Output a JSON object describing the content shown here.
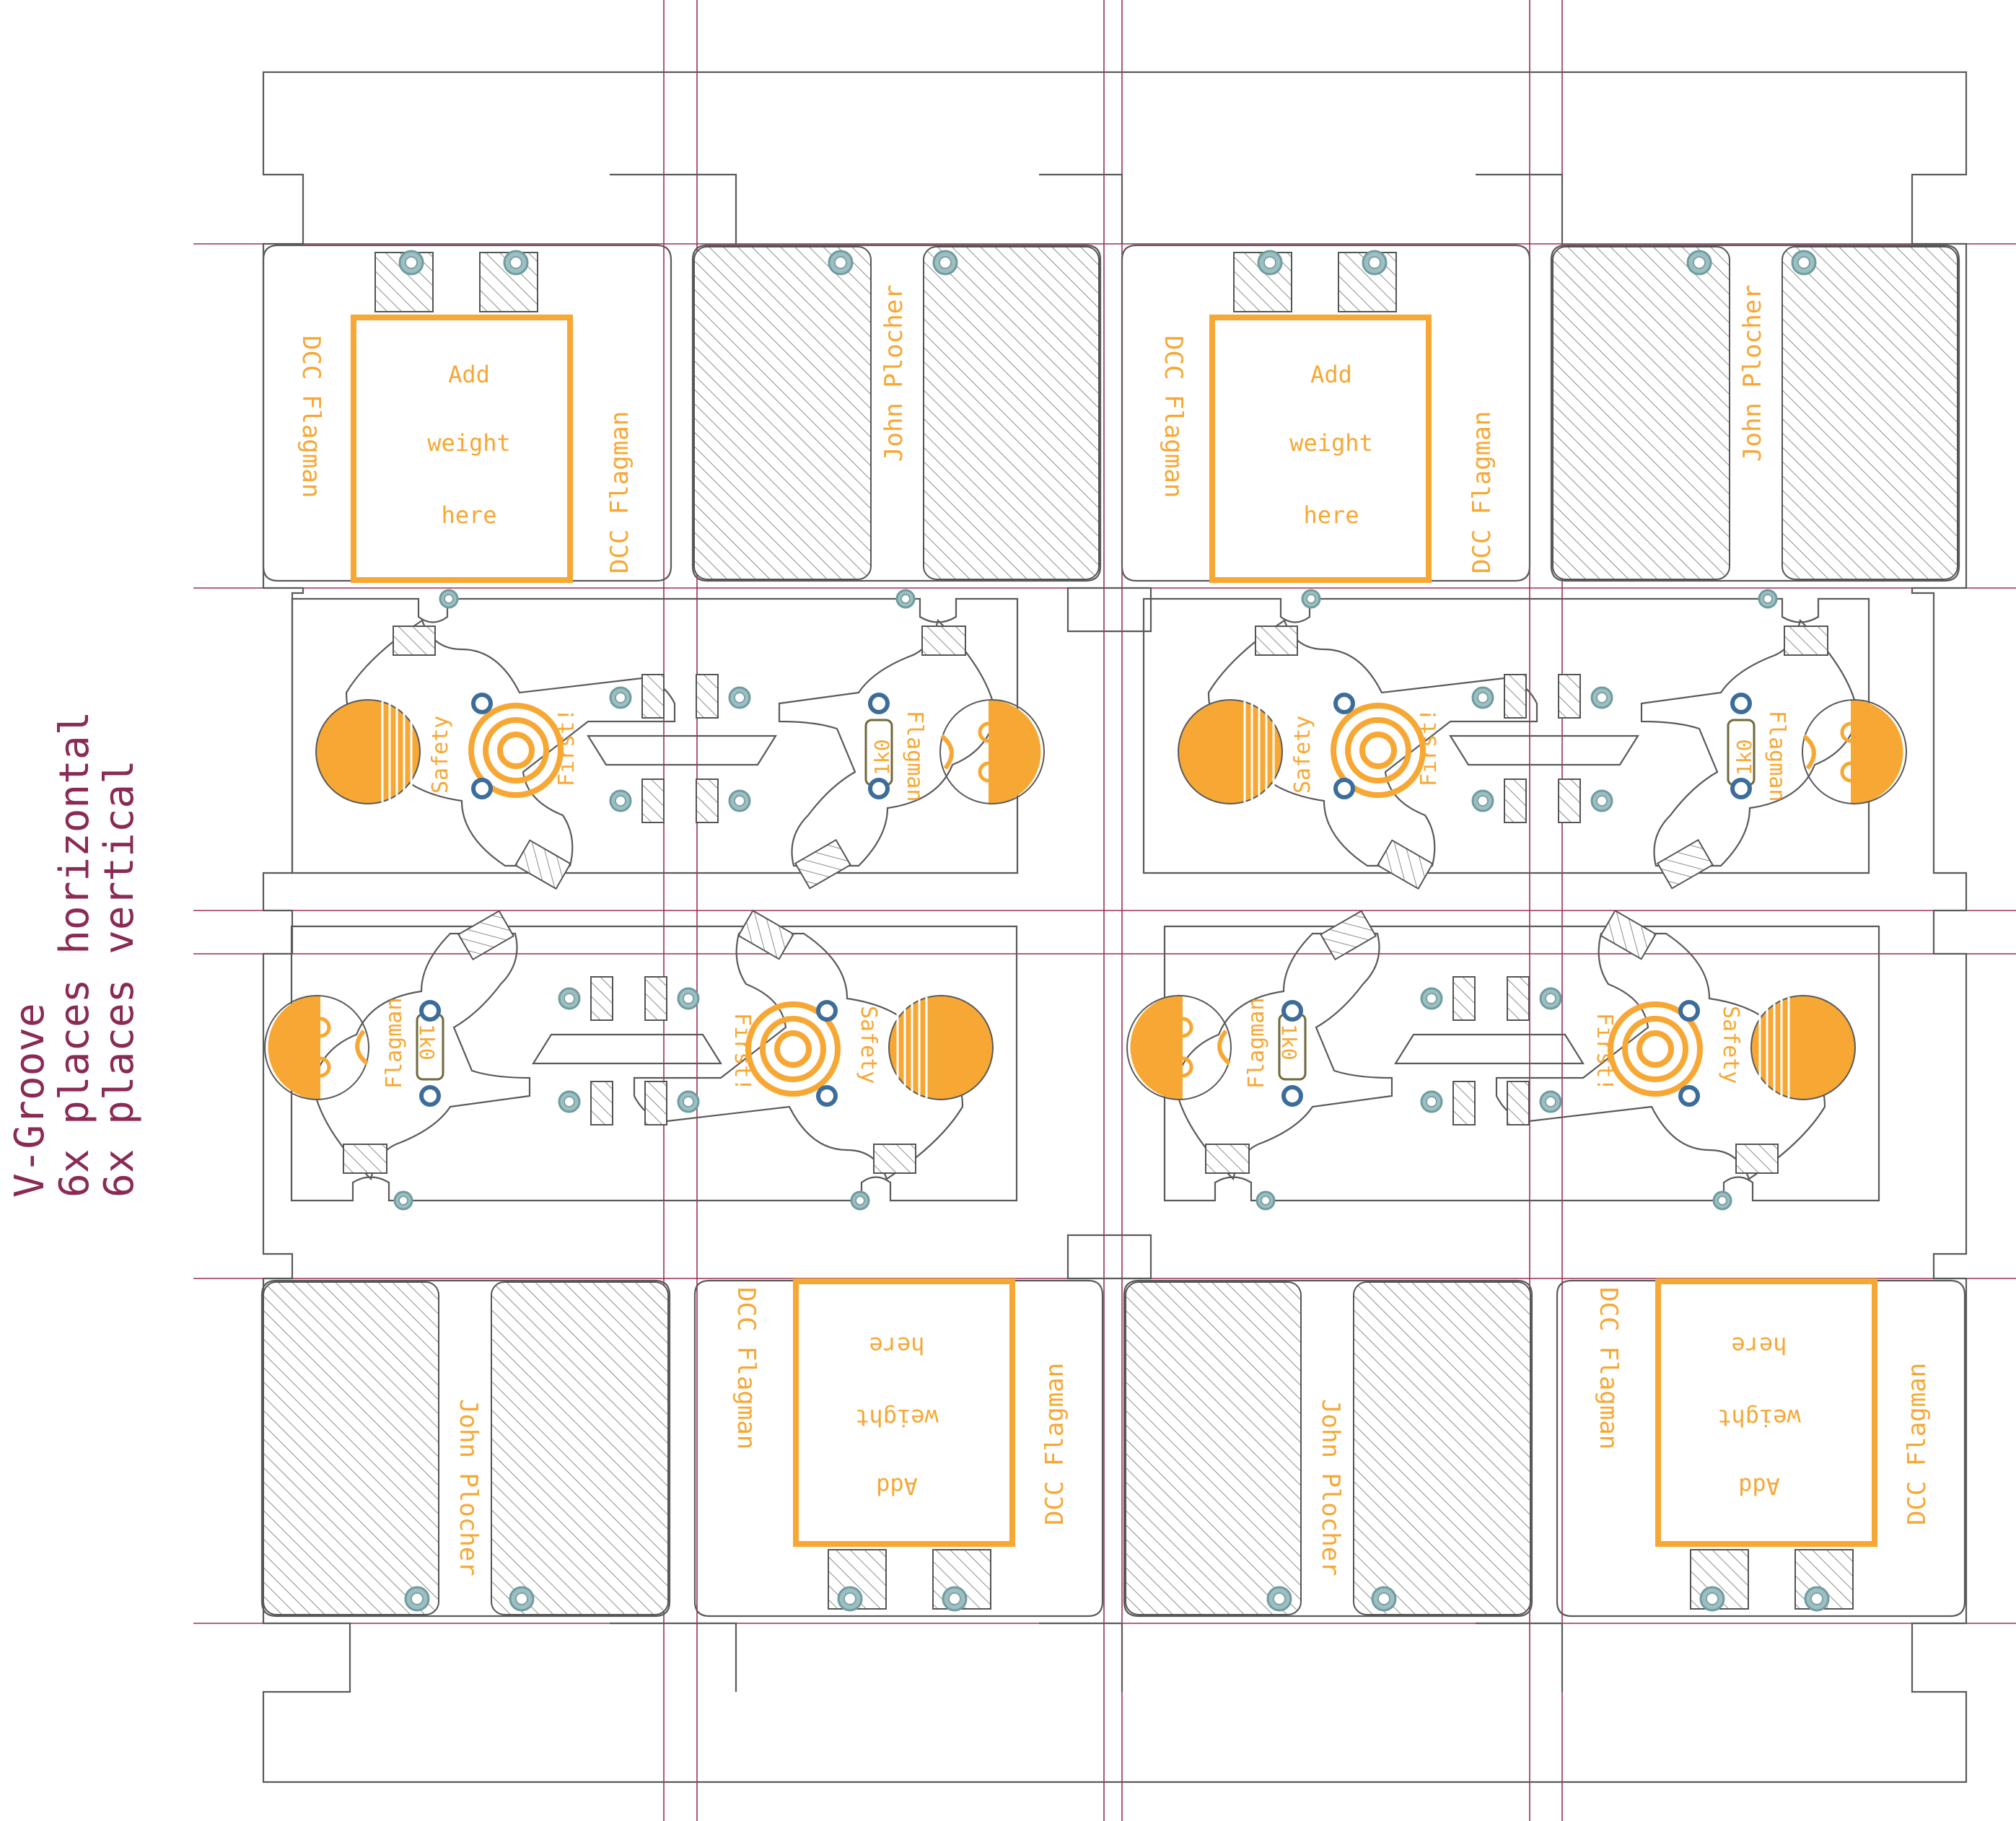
{
  "note": {
    "line1": "V-Groove",
    "line2": "6x places horizontal",
    "line3": "6x places vertical"
  },
  "weight_box": {
    "line1": "Add",
    "line2": "weight",
    "line3": "here"
  },
  "labels": {
    "board_name": "DCC Flagman",
    "author": "John Plocher",
    "safety": "Safety",
    "first": "First!",
    "flagman": "Flagman",
    "dcc": "DCC",
    "resistor": "1k0"
  },
  "colors": {
    "outline": "#5a5a5a",
    "v_groove": "#9c2f54",
    "silkscreen": "#f7a734",
    "pad": "#9dbfc2"
  }
}
